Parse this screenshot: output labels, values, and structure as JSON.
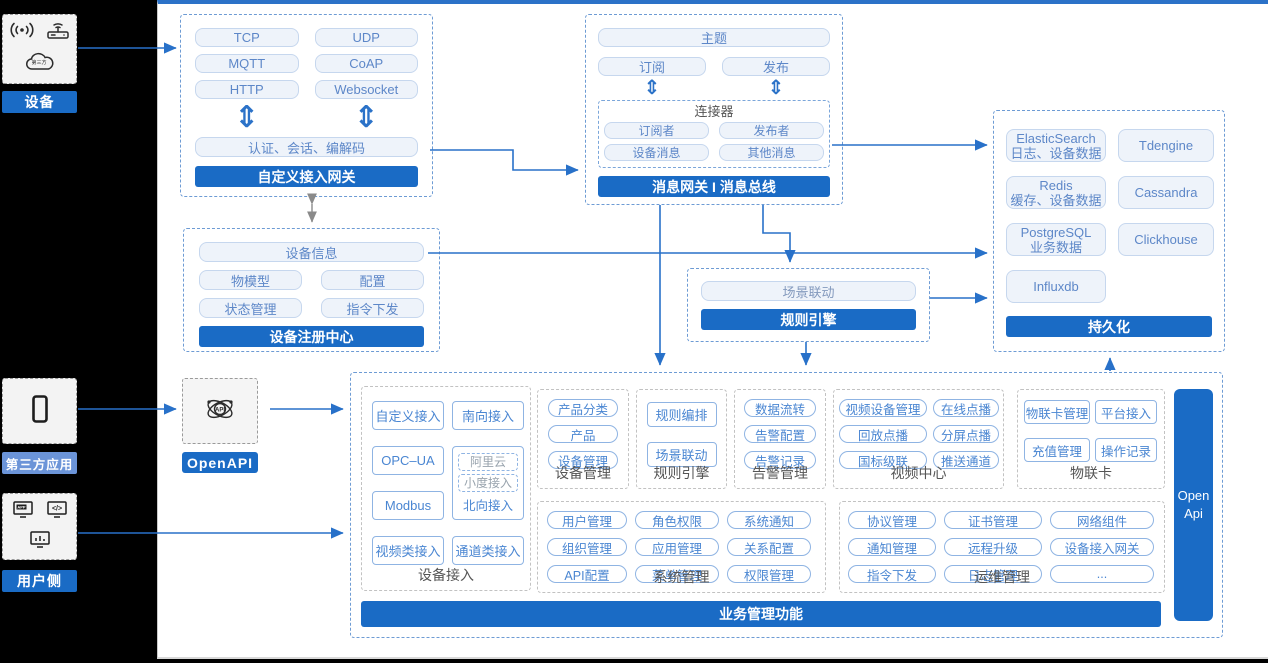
{
  "colors": {
    "accent": "#1a6bc5",
    "accent_light_label": "#6b94d8",
    "top_border": "#2b72c8",
    "arrow": "#2871c9",
    "light_button_bg": "#eef3fa",
    "light_button_border": "#c6d7ee",
    "chip_border": "#8fb4e3",
    "dashed_box_border": "#6d9bd4"
  },
  "left_rail": {
    "device": {
      "label": "设备",
      "cloud_text": "第三方"
    },
    "third_party": {
      "label": "第三方应用"
    },
    "user_side": {
      "label": "用户侧",
      "app_icon_text": "APP",
      "code_icon_text": "</>"
    }
  },
  "openapi": {
    "label": "OpenAPI",
    "icon_text": "API"
  },
  "gateway": {
    "protocols": [
      "TCP",
      "UDP",
      "MQTT",
      "CoAP",
      "HTTP",
      "Websocket"
    ],
    "auth_bar": "认证、会话、编解码",
    "title": "自定义接入网关"
  },
  "registry": {
    "info": "设备信息",
    "items": [
      "物模型",
      "配置",
      "状态管理",
      "指令下发"
    ],
    "title": "设备注册中心"
  },
  "message_bus": {
    "topic": "主题",
    "subscribe": "订阅",
    "publish": "发布",
    "connector": {
      "title": "连接器",
      "items": [
        "订阅者",
        "发布者",
        "设备消息",
        "其他消息"
      ]
    },
    "title": "消息网关 I 消息总线"
  },
  "rule_engine": {
    "scene": "场景联动",
    "title": "规则引擎"
  },
  "persistence": {
    "stores": [
      {
        "name": "ElasticSearch",
        "desc": "日志、设备数据"
      },
      {
        "name": "Tdengine"
      },
      {
        "name": "Redis",
        "desc": "缓存、设备数据"
      },
      {
        "name": "Cassandra"
      },
      {
        "name": "PostgreSQL",
        "desc": "业务数据"
      },
      {
        "name": "Clickhouse"
      },
      {
        "name": "Influxdb"
      }
    ],
    "title": "持久化"
  },
  "business": {
    "title": "业务管理功能",
    "open_api": "Open Api",
    "device_access": {
      "label": "设备接入",
      "col_a": [
        "自定义接入",
        "OPC–UA",
        "Modbus",
        "视频类接入"
      ],
      "col_b_top": "南向接入",
      "north_group": {
        "dashed_items": [
          "阿里云",
          "小度接入"
        ],
        "label": "北向接入"
      },
      "col_b_bottom": "通道类接入"
    },
    "device_mgmt": {
      "label": "设备管理",
      "items": [
        "产品分类",
        "产品",
        "设备管理"
      ]
    },
    "rule": {
      "label": "规则引擎",
      "items": [
        "规则编排",
        "场景联动"
      ]
    },
    "alarm": {
      "label": "告警管理",
      "items": [
        "数据流转",
        "告警配置",
        "告警记录"
      ]
    },
    "video": {
      "label": "视频中心",
      "items": [
        "视频设备管理",
        "在线点播",
        "回放点播",
        "分屏点播",
        "国标级联",
        "推送通道"
      ]
    },
    "iot_card": {
      "label": "物联卡",
      "items": [
        "物联卡管理",
        "平台接入",
        "充值管理",
        "操作记录"
      ]
    },
    "system": {
      "label": "系统管理",
      "items": [
        "用户管理",
        "角色权限",
        "系统通知",
        "组织管理",
        "应用管理",
        "关系配置",
        "API配置",
        "菜单管理",
        "权限管理"
      ]
    },
    "ops": {
      "label": "运维管理",
      "items": [
        "协议管理",
        "证书管理",
        "网络组件",
        "通知管理",
        "远程升级",
        "设备接入网关",
        "指令下发",
        "日志管理",
        "..."
      ]
    }
  }
}
